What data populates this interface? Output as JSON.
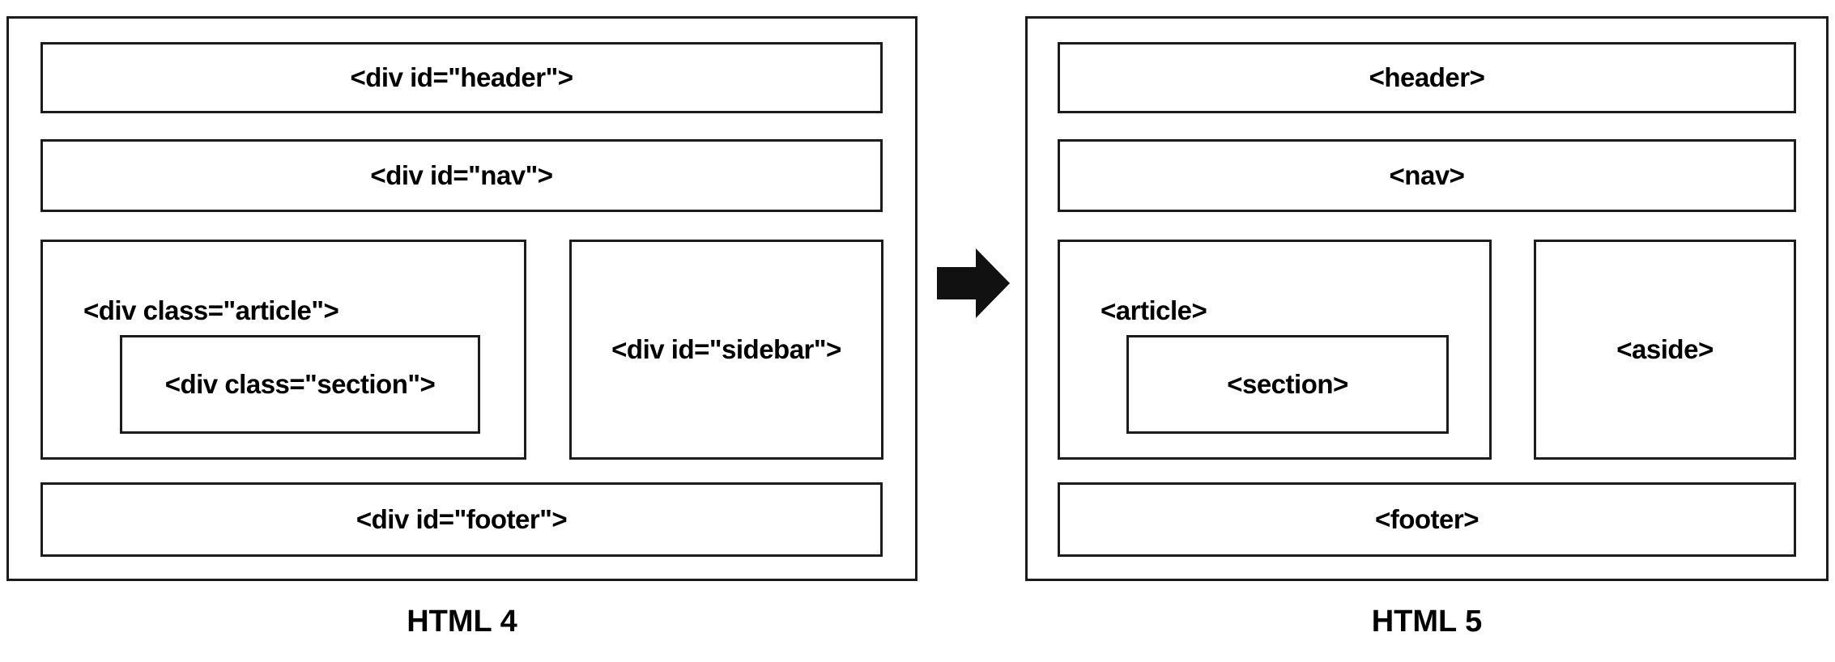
{
  "diagram": {
    "left": {
      "caption": "HTML 4",
      "boxes": {
        "header": "<div id=\"header\">",
        "nav": "<div id=\"nav\">",
        "article": "<div class=\"article\">",
        "section": "<div class=\"section\">",
        "sidebar": "<div id=\"sidebar\">",
        "footer": "<div id=\"footer\">"
      }
    },
    "right": {
      "caption": "HTML 5",
      "boxes": {
        "header": "<header>",
        "nav": "<nav>",
        "article": "<article>",
        "section": "<section>",
        "aside": "<aside>",
        "footer": "<footer>"
      }
    },
    "arrow_icon": "right-arrow",
    "colors": {
      "border": "#1c1c1c",
      "text": "#000000",
      "background": "#ffffff",
      "arrow": "#111111"
    }
  }
}
